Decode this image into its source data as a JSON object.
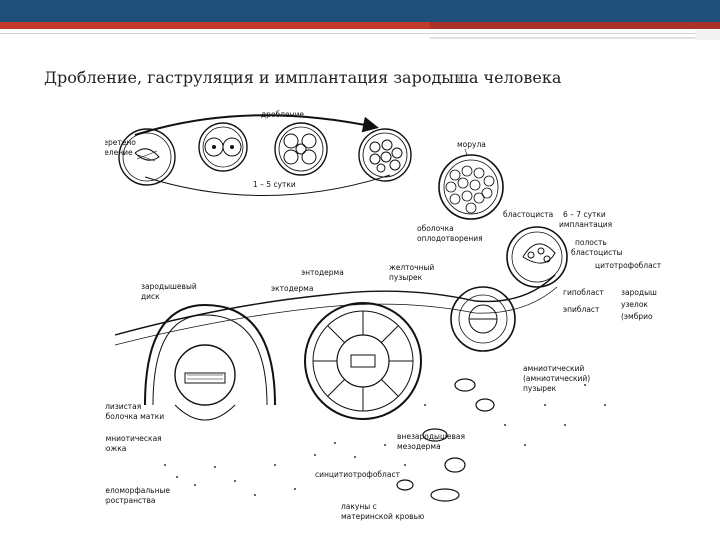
{
  "slide": {
    "title": "Дробление, гаструляция и имплантация зародыша человека"
  },
  "labels": {
    "cleavage": "дробление",
    "spindle_1": "веретено",
    "spindle_2": "деление",
    "days_1_5": "1 – 5 сутки",
    "morula": "морула",
    "blastocyst": "бластоциста",
    "days_6_7_1": "6 – 7 сутки",
    "days_6_7_2": "имплантация",
    "fert_env_1": "оболочка",
    "fert_env_2": "оплодотворения",
    "blastocoel_1": "полость",
    "blastocoel_2": "бластоцисты",
    "cytotrophoblast": "цитотрофобласт",
    "entoderm": "энтодерма",
    "yolk_sac_1": "желточный",
    "yolk_sac_2": "пузырек",
    "germ_disc_1": "зародышевый",
    "germ_disc_2": "диск",
    "ectoderm": "эктодерма",
    "hypoblast": "гипобласт",
    "epiblast": "эпибласт",
    "embryo_node_1": "зародыш",
    "embryo_node_2": "узелок",
    "embryo_node_3": "(эмбрио",
    "amniotic_1": "амниотический",
    "amniotic_2": "(амниотический)",
    "amniotic_3": "пузырек",
    "mucosa_1": "слизистая",
    "mucosa_2": "оболочка матки",
    "extraemb_1": "внезародышевая",
    "extraemb_2": "мезодерма",
    "amn_leg_1": "амниотическая",
    "amn_leg_2": "ножка",
    "syncytio": "синцитиотрофобласт",
    "lacunae_1": "лакуны с",
    "lacunae_2": "материнской кровью",
    "villi_1": "теломорфальные",
    "villi_2": "пространства"
  }
}
